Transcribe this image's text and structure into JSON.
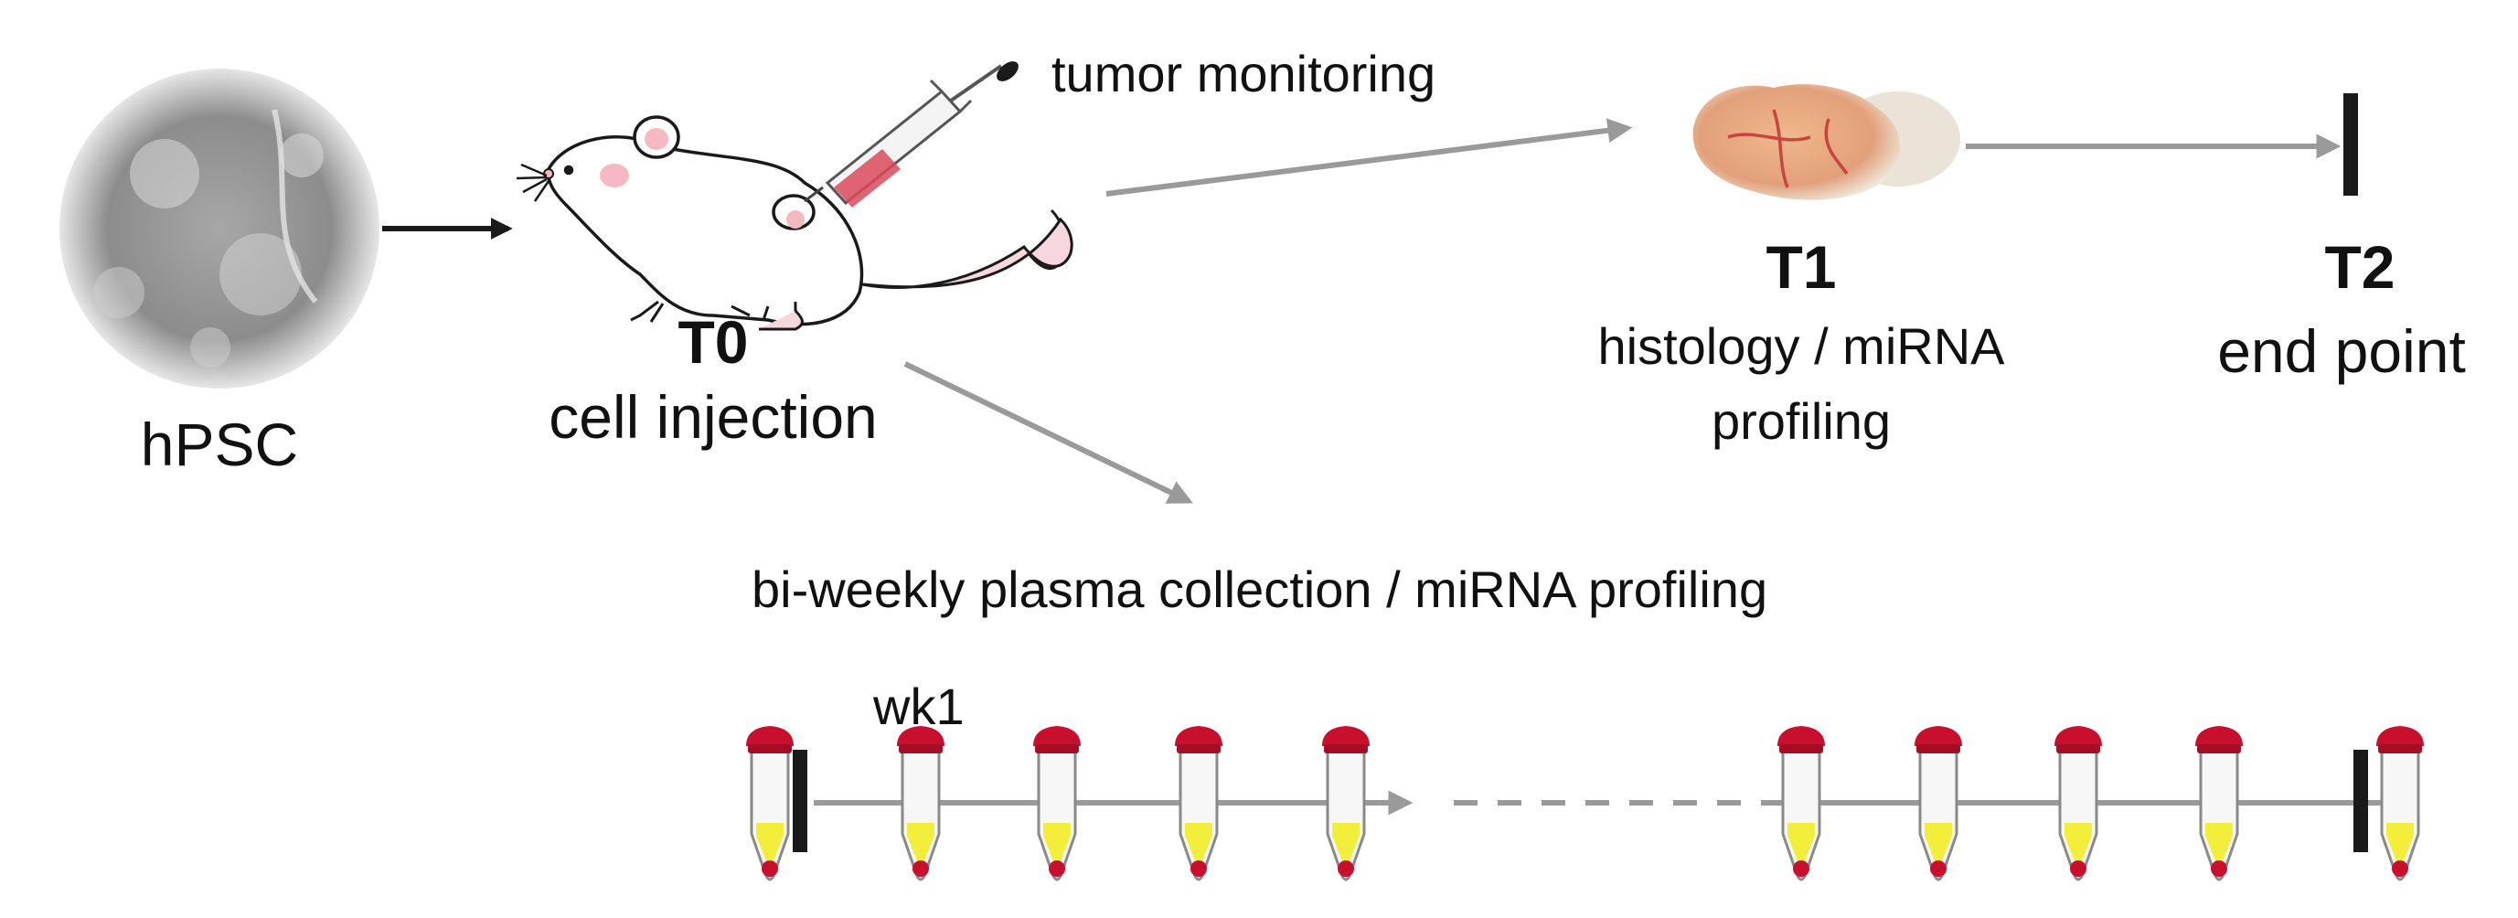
{
  "labels": {
    "hpsc": "hPSC",
    "t0": "T0",
    "t0_caption": "cell injection",
    "tumor_monitoring": "tumor monitoring",
    "t1": "T1",
    "t1_caption_line1": "histology / miRNA",
    "t1_caption_line2": "profiling",
    "t2": "T2",
    "t2_caption": "end point",
    "plasma": "bi-weekly plasma collection / miRNA profiling",
    "wk1": "wk1"
  },
  "colors": {
    "arrow_black": "#1a1a1a",
    "arrow_gray": "#9a9a9a",
    "tube_cap": "#c8102e",
    "tube_fluid": "#f2ee3a",
    "tube_pellet": "#c8102e",
    "tumor": "#e9a97d",
    "mouse_ear": "#f6b9c3"
  },
  "icons": {
    "cells": "cell-culture-dish-icon",
    "mouse": "mouse-icon",
    "syringe": "syringe-icon",
    "tumor": "tumor-icon",
    "tube": "blood-tube-icon"
  }
}
